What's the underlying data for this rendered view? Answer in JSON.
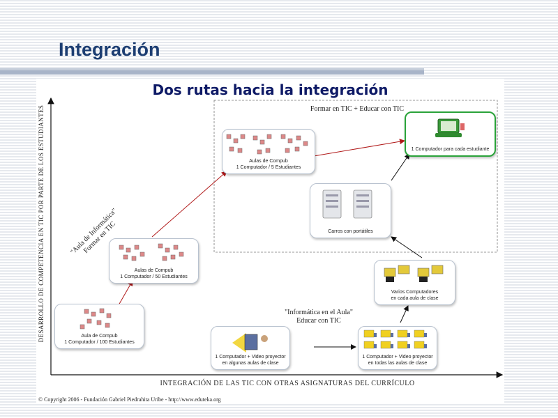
{
  "slide": {
    "title": "Integración"
  },
  "diagram": {
    "title": "Dos rutas hacia la integración",
    "x_axis_label": "INTEGRACIÓN DE LAS TIC CON OTRAS ASIGNATURAS DEL CURRÍCULO",
    "y_axis_label": "DESARROLLO DE COMPETENCIA EN TIC POR PARTE DE LOS ESTUDIANTES",
    "region_top_label": "Formar en TIC + Educar con TIC",
    "route_left_label_1": "\"Aula de Informática\"",
    "route_left_label_2": "Formar en TIC",
    "route_right_label_1": "\"Informática en el Aula\"",
    "route_right_label_2": "Educar con TIC",
    "nodes": {
      "n100": {
        "line1": "Aula de Compub",
        "line2": "1 Computador / 100 Estudiantes"
      },
      "n50": {
        "line1": "Aulas de Compub",
        "line2": "1 Computador / 50 Estudiantes"
      },
      "n5": {
        "line1": "Aulas de Compub",
        "line2": "1 Computador / 5 Estudiantes"
      },
      "n1": {
        "line1": "1 Computador para cada estudiante"
      },
      "carts": {
        "line1": "Carros con portátiles"
      },
      "varios": {
        "line1": "Varios Computadores",
        "line2": "en cada aula de clase"
      },
      "proj_some": {
        "line1": "1 Computador + Video proyector",
        "line2": "en algunas aulas de clase"
      },
      "proj_all": {
        "line1": "1 Computador + Video proyector",
        "line2": "en todas las aulas de clase"
      }
    },
    "footer": "© Copyright 2006 - Fundación Gabriel Piedrahita Uribe - http://www.eduteka.org",
    "colors": {
      "red_arrow": "#b01818",
      "black_arrow": "#111111",
      "green_border": "#2aa33a",
      "title_blue": "#1d3e72"
    }
  }
}
